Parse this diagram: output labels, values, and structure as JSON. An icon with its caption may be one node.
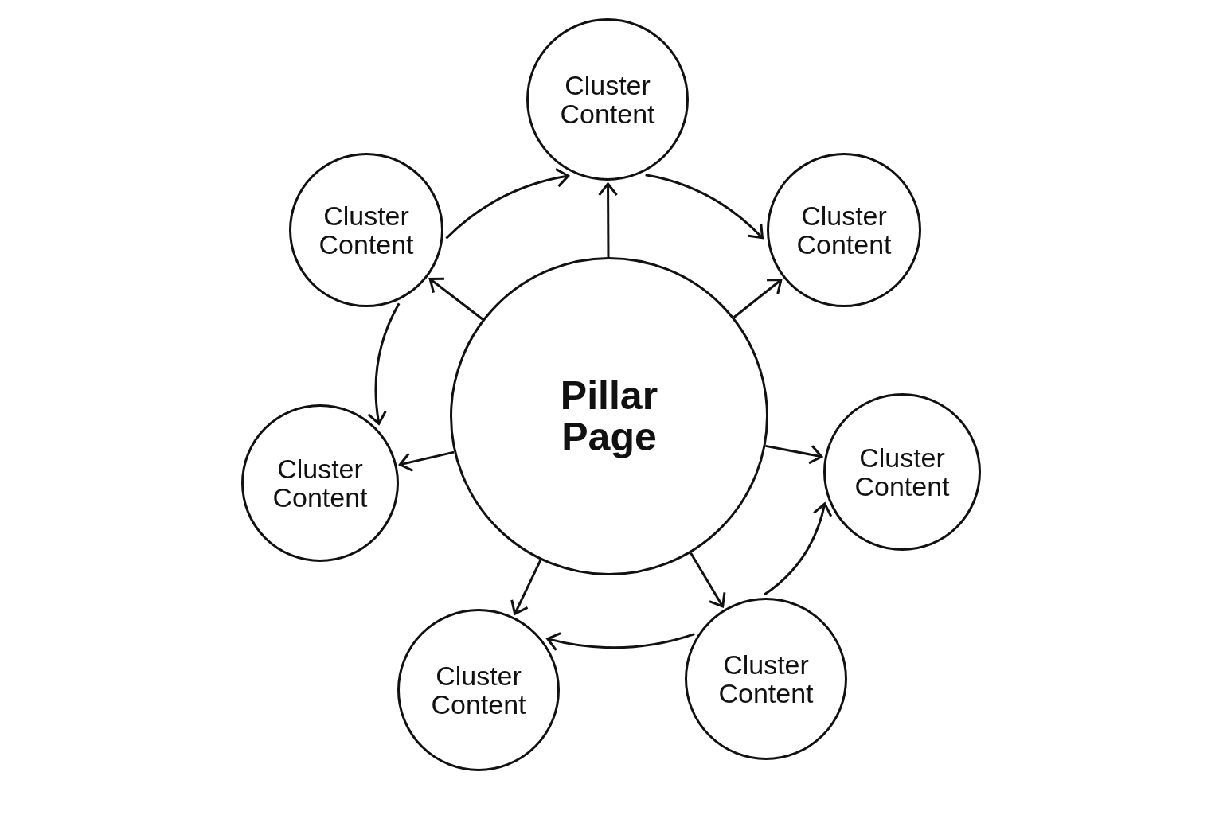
{
  "diagram": {
    "nodes": [
      {
        "text": [
          "Cluster Content"
        ]
      },
      {
        "text": [
          "Cluster Content"
        ]
      },
      {
        "text": [
          "Cluster Content"
        ]
      },
      {
        "text": [
          "Pillar Page"
        ]
      },
      {
        "text": [
          "Cluster Content"
        ]
      },
      {
        "text": [
          "Cluster Content"
        ]
      },
      {
        "text": [
          "Cluster Content"
        ]
      },
      {
        "text": [
          "Cluster Content"
        ]
      }
    ],
    "edges": [
      {
        "from": 3,
        "to": 0,
        "arrow": "to"
      },
      {
        "from": 3,
        "to": 1,
        "arrow": "to"
      },
      {
        "from": 3,
        "to": 2,
        "arrow": "to"
      },
      {
        "from": 3,
        "to": 4,
        "arrow": "to"
      },
      {
        "from": 3,
        "to": 5,
        "arrow": "to"
      },
      {
        "from": 3,
        "to": 6,
        "arrow": "to"
      },
      {
        "from": 3,
        "to": 7,
        "arrow": "to"
      },
      {
        "from": 1,
        "to": 0,
        "arrow": "to"
      },
      {
        "from": 0,
        "to": 2,
        "arrow": "to"
      },
      {
        "from": 1,
        "to": 4,
        "arrow": "to"
      },
      {
        "from": 7,
        "to": 5,
        "arrow": "to"
      },
      {
        "from": 7,
        "to": 6,
        "arrow": "to"
      }
    ]
  }
}
